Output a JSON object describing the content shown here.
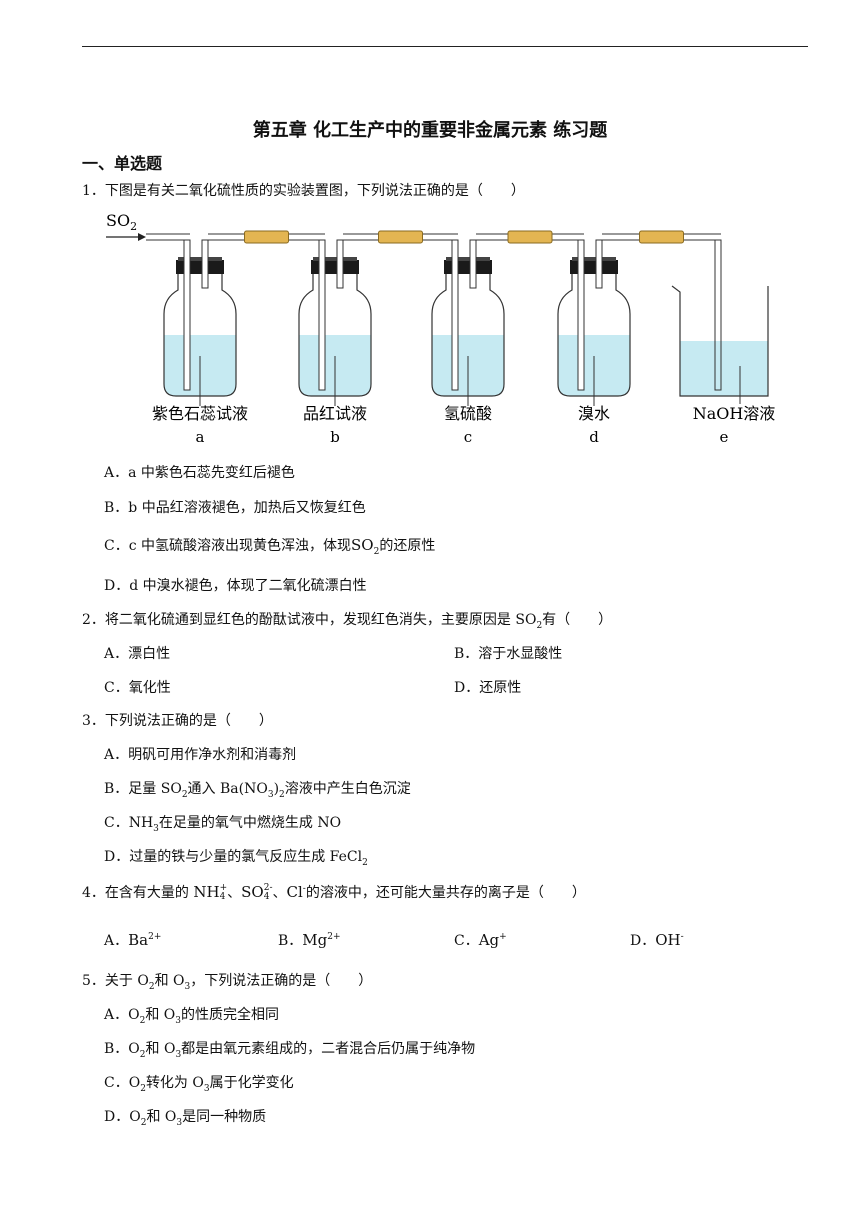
{
  "title": "第五章 化工生产中的重要非金属元素 练习题",
  "section": "一、单选题",
  "q1": {
    "stem": "1．下图是有关二氧化硫性质的实验装置图，下列说法正确的是（　　）",
    "figure": {
      "inlet": "SO",
      "inlet_sub": "2",
      "bottles": [
        {
          "name": "紫色石蕊试液",
          "letter": "a",
          "color": "#c6eaf2"
        },
        {
          "name": "品红试液",
          "letter": "b",
          "color": "#c6eaf2"
        },
        {
          "name": "氢硫酸",
          "letter": "c",
          "color": "#c6eaf2"
        },
        {
          "name": "溴水",
          "letter": "d",
          "color": "#c6eaf2"
        },
        {
          "name": "NaOH溶液",
          "letter": "e",
          "color": "#c6eaf2"
        }
      ]
    },
    "A": "A．a 中紫色石蕊先变红后褪色",
    "B": "B．b 中品红溶液褪色，加热后又恢复红色",
    "C_pre": "C．c 中氢硫酸溶液出现黄色浑浊，体现",
    "C_formula": "SO",
    "C_sub": "2",
    "C_post": "的还原性",
    "D": "D．d 中溴水褪色，体现了二氧化硫漂白性"
  },
  "q2": {
    "stem_pre": "2．将二氧化硫通到显红色的酚酞试液中，发现红色消失，主要原因是 SO",
    "stem_sub": "2",
    "stem_post": "有（　　）",
    "A": "A．漂白性",
    "B": "B．溶于水显酸性",
    "C": "C．氧化性",
    "D": "D．还原性"
  },
  "q3": {
    "stem": "3．下列说法正确的是（　　）",
    "A": "A．明矾可用作净水剂和消毒剂",
    "B_pre": "B．足量 SO",
    "B_sub1": "2",
    "B_mid": "通入 Ba(NO",
    "B_sub2": "3",
    "B_mid2": ")",
    "B_sub3": "2",
    "B_post": "溶液中产生白色沉淀",
    "C_pre": "C．NH",
    "C_sub": "3",
    "C_post": "在足量的氧气中燃烧生成 NO",
    "D_pre": "D．过量的铁与少量的氯气反应生成 FeCl",
    "D_sub": "2"
  },
  "q4": {
    "stem_pre": "4．在含有大量的",
    "ion1": "NH",
    "ion1_sup": "+",
    "ion1_sub": "4",
    "sep1": "、",
    "ion2": "SO",
    "ion2_sup": "2-",
    "ion2_sub": "4",
    "sep2": "、",
    "ion3": "Cl",
    "ion3_sup": "-",
    "stem_post": "的溶液中，还可能大量共存的离子是（　　）",
    "A_label": "A．",
    "A_ion": "Ba",
    "A_sup": "2+",
    "B_label": "B．",
    "B_ion": "Mg",
    "B_sup": "2+",
    "C_label": "C．",
    "C_ion": "Ag",
    "C_sup": "+",
    "D_label": "D．",
    "D_ion": "OH",
    "D_sup": "-"
  },
  "q5": {
    "stem_pre": "5．关于 O",
    "stem_sub1": "2",
    "stem_mid": "和 O",
    "stem_sub2": "3",
    "stem_post": "，下列说法正确的是（　　）",
    "A_pre": "A．O",
    "A_s1": "2",
    "A_mid": "和 O",
    "A_s2": "3",
    "A_post": "的性质完全相同",
    "B_pre": "B．O",
    "B_s1": "2",
    "B_mid": "和 O",
    "B_s2": "3",
    "B_post": "都是由氧元素组成的，二者混合后仍属于纯净物",
    "C_pre": "C．O",
    "C_s1": "2",
    "C_mid": "转化为 O",
    "C_s2": "3",
    "C_post": "属于化学变化",
    "D_pre": "D．O",
    "D_s1": "2",
    "D_mid": "和 O",
    "D_s2": "3",
    "D_post": "是同一种物质"
  }
}
